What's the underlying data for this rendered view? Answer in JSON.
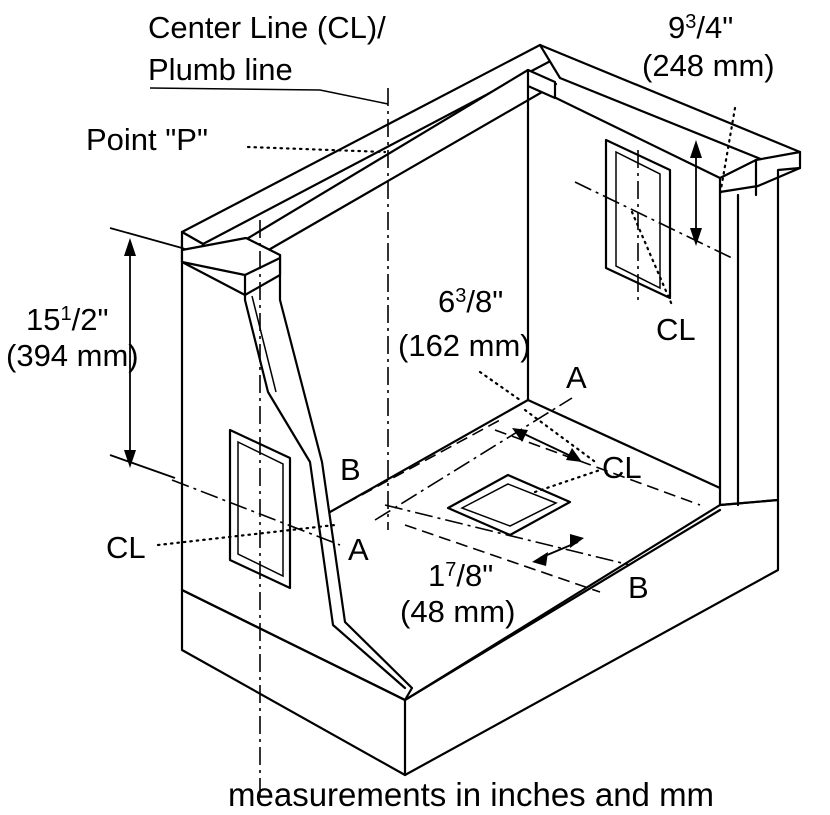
{
  "labels": {
    "centerline_line1": "Center Line (CL)/",
    "centerline_line2": "Plumb line",
    "point_p": "Point \"P\"",
    "dim_top_right_whole": "9",
    "dim_top_right_num": "3",
    "dim_top_right_frac_rest": "/4\"",
    "dim_top_right_mm": "(248 mm)",
    "dim_left_whole": "15",
    "dim_left_num": "1",
    "dim_left_frac_rest": "/2\"",
    "dim_left_mm": "(394 mm)",
    "dim_center_whole": "6",
    "dim_center_num": "3",
    "dim_center_frac_rest": "/8\"",
    "dim_center_mm": "(162 mm)",
    "dim_bottom_whole": "1",
    "dim_bottom_num": "7",
    "dim_bottom_frac_rest": "/8\"",
    "dim_bottom_mm": "(48 mm)",
    "cl_right_wall": "CL",
    "cl_floor": "CL",
    "cl_left_wall": "CL",
    "point_a_top": "A",
    "point_a_bottom": "A",
    "point_b_top": "B",
    "point_b_bottom": "B",
    "footer": "measurements in inches and mm"
  }
}
